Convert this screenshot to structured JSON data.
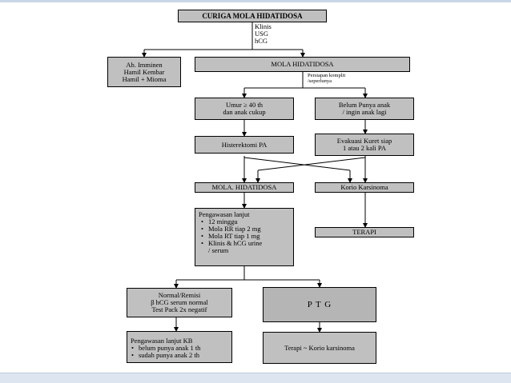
{
  "title": "CURIGA MOLA HIDATIDOSA",
  "diagnosis_tools": [
    "Klinis",
    "USG",
    "hCG"
  ],
  "differential": [
    "Ab. Imminen",
    "Hamil Kembar",
    "Hamil + Mioma"
  ],
  "mola": "MOLA HIDATIDOSA",
  "prep_note": [
    "Persiapan komplit",
    "/seperlunya"
  ],
  "age_box": [
    "Umur ≥ 40 th",
    "dan anak cukup"
  ],
  "child_box": [
    "Belum Punya anak",
    "/ ingin anak lagi"
  ],
  "hysterectomy": "Histerektomi PA",
  "evacuation": [
    "Evakuasi Kuret siap",
    "1 atau 2 kali PA"
  ],
  "mola2": "MOLA. HIDATIDOSA",
  "korio": "Korio Karsinoma",
  "followup": {
    "heading": "Pengawasan lanjut",
    "items": [
      "12 minggu",
      "Mola RR tiap 2 mg",
      "Mola RT tiap 1 mg",
      "Klinis & hCG urine"
    ],
    "tail": "/ serum"
  },
  "therapy": "TERAPI",
  "remission": [
    "Normal/Remisi",
    "β hCG serum normal",
    "Test Pack 2x negatif"
  ],
  "ptg": "P T G",
  "kb": {
    "heading": "Pengawasan lanjut KB",
    "items": [
      "belum punya anak 1 th",
      "sudah punya anak 2 th"
    ]
  },
  "therapy2": "Terapi ~ Korio karsinoma",
  "colors": {
    "box_fill": "#c0c0c0",
    "line": "#000000",
    "bar": "#c9d6e6"
  }
}
